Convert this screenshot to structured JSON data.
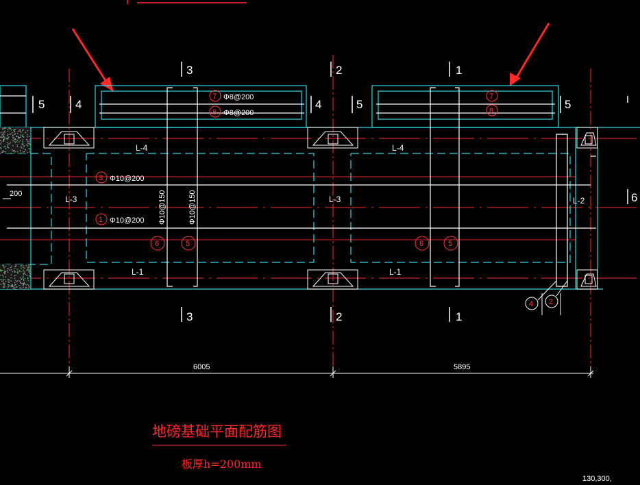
{
  "drawing": {
    "title": "地磅基础平面配筋图",
    "subtitle": "板厚h=200mm",
    "coords": "130,300,",
    "section_marks": {
      "top": [
        "3",
        "2",
        "1"
      ],
      "bottom": [
        "3",
        "2",
        "1"
      ]
    },
    "side_marks": {
      "left_pit": [
        "5",
        "4"
      ],
      "right_pit_left": [
        "4",
        "5"
      ],
      "right_pit_right": "5",
      "far_right": "6"
    },
    "beams": {
      "top_left": "L-4",
      "top_right": "L-4",
      "bottom_left": "L-1",
      "bottom_right": "L-1",
      "left": "L-3",
      "middle": "L-3",
      "right": "L-2"
    },
    "rebar_labels": {
      "r7": "Φ8@200",
      "r8": "Φ8@200",
      "r3": "Φ10@200",
      "r1": "Φ10@200",
      "v6": "Φ10@150",
      "v5": "Φ10@150"
    },
    "circle_numbers": {
      "c7a": "7",
      "c8a": "8",
      "c7b": "7",
      "c8b": "8",
      "c3": "3",
      "c1": "1",
      "c6a": "6",
      "c5a": "5",
      "c6b": "6",
      "c5b": "5",
      "c4": "4",
      "c2": "2"
    },
    "dimensions": {
      "left_span": "6005",
      "right_span": "5895",
      "edge": "200"
    },
    "colors": {
      "background": "#000000",
      "structure": "#33d6e6",
      "axis": "#ff2a2a",
      "rebar": "#ffffff",
      "annotation": "#ff2a2a"
    }
  }
}
